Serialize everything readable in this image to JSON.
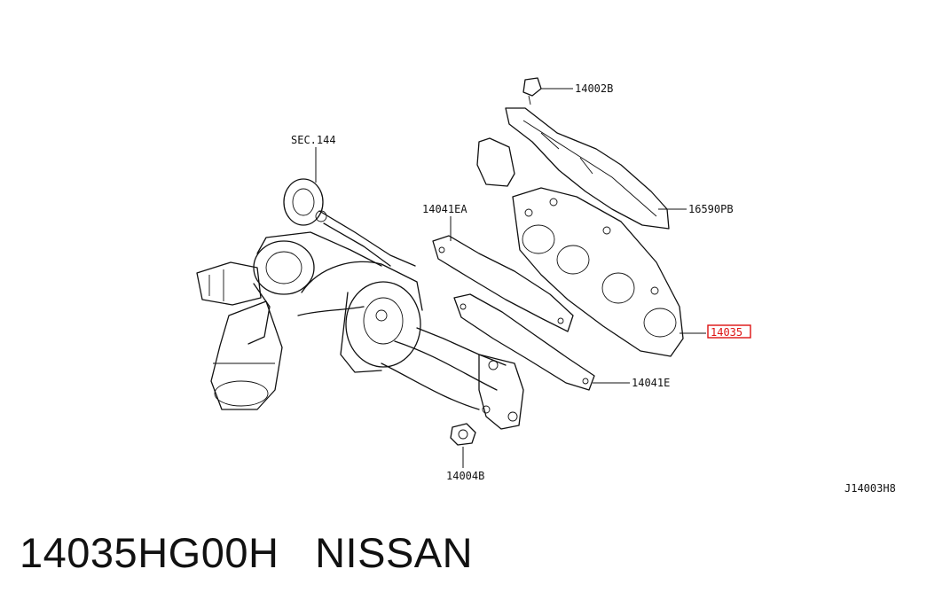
{
  "labels": {
    "sec144": "SEC.144",
    "p14002b": "14002B",
    "p16590pb": "16590PB",
    "p14041ea": "14041EA",
    "p14035": "14035",
    "p14041e": "14041E",
    "p14004b": "14004B",
    "diagram_id": "J14003H8"
  },
  "caption": "14035HG00H   NISSAN",
  "highlight_color": "#dd1111"
}
